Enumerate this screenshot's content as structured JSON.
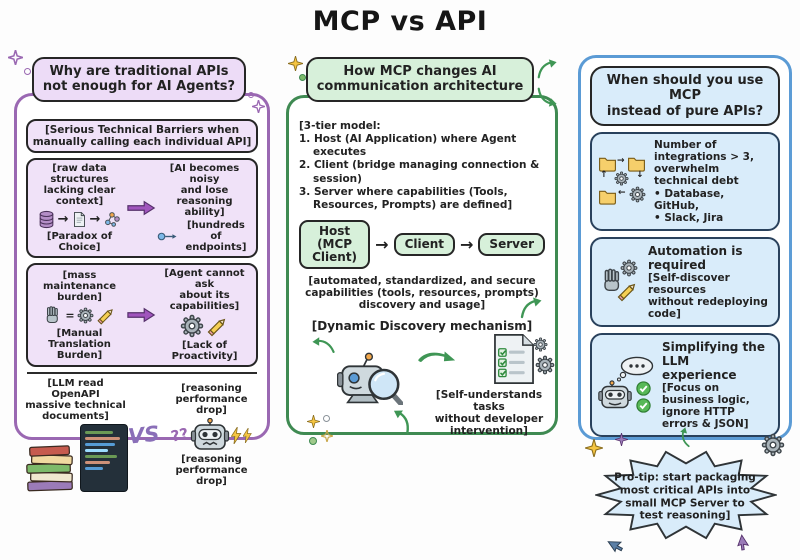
{
  "title": "MCP vs API",
  "colors": {
    "purple_border": "#9a68b2",
    "purple_fill": "#eddcf7",
    "purple_arrow": "#a055bd",
    "green_border": "#3f8a52",
    "green_fill": "#d7f0da",
    "blue_border": "#5b9bd5",
    "blue_fill": "#d9ecfa",
    "ink": "#222222"
  },
  "icons": [
    "sparkle-icon",
    "star-icon",
    "database-icon",
    "document-icon",
    "network-icon",
    "block-arrow-icon",
    "hand-icon",
    "gear-icon",
    "pencil-icon",
    "books-icon",
    "code-block-icon",
    "robot-icon",
    "question-marks-icon",
    "lightning-icon",
    "magnifier-robot-icon",
    "curved-arrow-icon",
    "checklist-icon",
    "folder-icon",
    "thought-bubble-icon",
    "check-circle-icon",
    "cursor-icon"
  ],
  "left_panel": {
    "header": "Why are traditional APIs\nnot enough for AI Agents?",
    "box1": "[Serious Technical Barriers when\nmanually calling each individual API]",
    "box2": {
      "left_top": "[raw data structures\nlacking clear context]",
      "left_bottom": "[Paradox of Choice]",
      "right_top": "[AI becomes noisy\nand lose reasoning\nability]",
      "right_bottom": "[hundreds of\nendpoints]"
    },
    "box3": {
      "left_top": "[mass maintenance\nburden]",
      "equals": "=",
      "left_bottom": "[Manual Translation\nBurden]",
      "right_top": "[Agent cannot ask\nabout its capabilities]",
      "right_bottom": "[Lack of Proactivity]"
    },
    "bottom": {
      "left_caption": "[LLM read OpenAPI\nmassive technical\ndocuments]",
      "vs": "VS",
      "right_top": "[reasoning\nperformance drop]",
      "right_bottom": "[reasoning\nperformance drop]"
    }
  },
  "middle_panel": {
    "header": "How MCP changes AI\ncommunication architecture",
    "tier_intro": "[3-tier model:",
    "tier1": "1. Host (AI Application) where Agent executes",
    "tier2": "2. Client (bridge managing connection & session)",
    "tier3": "3. Server where capabilities (Tools, Resources, Prompts) are defined]",
    "flow": {
      "host": "Host\n(MCP Client)",
      "client": "Client",
      "server": "Server"
    },
    "caption1": "[automated, standardized, and secure\ncapabilities (tools, resources, prompts)\ndiscovery and usage]",
    "caption2": "[Dynamic Discovery mechanism]",
    "caption3": "[Self-understands tasks\nwithout developer\nintervention]"
  },
  "right_panel": {
    "header": "When should you use MCP\ninstead of pure APIs?",
    "box1": {
      "title": "Number of integrations > 3,\noverwhelm technical debt",
      "bullet1": "Database, GitHub,",
      "bullet2": "Slack, Jira"
    },
    "box2": {
      "title": "Automation is required",
      "subtitle": "[Self-discover resources\nwithout redeploying code]"
    },
    "box3": {
      "title": "Simplifying the LLM\nexperience",
      "subtitle": "[Focus on business logic,\nignore HTTP errors & JSON]"
    },
    "protip": "Pro-tip: start packaging\nmost critical APIs into\nsmall MCP Server to\ntest reasoning]"
  }
}
